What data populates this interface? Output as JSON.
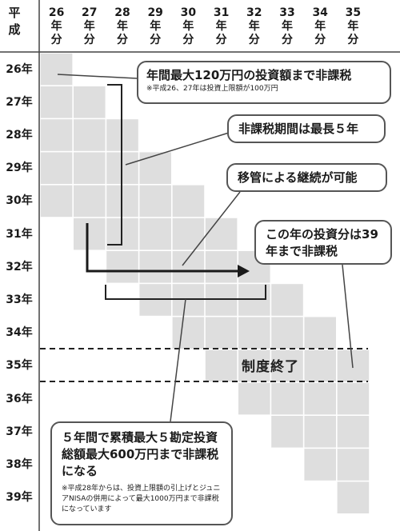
{
  "corner_label": "平成",
  "column_headers": [
    "26年分",
    "27年分",
    "28年分",
    "29年分",
    "30年分",
    "31年分",
    "32年分",
    "33年分",
    "34年分",
    "35年分"
  ],
  "row_headers": [
    "26年",
    "27年",
    "28年",
    "29年",
    "30年",
    "31年",
    "32年",
    "33年",
    "34年",
    "35年",
    "36年",
    "37年",
    "38年",
    "39年"
  ],
  "colors": {
    "cell": "#dedede",
    "line": "#444444",
    "arrow": "#1a1a1a",
    "callout_border": "#555555"
  },
  "callouts": {
    "limit": {
      "main": "年間最大120万円の投資額まで非課税",
      "note": "※平成26、27年は投資上限額が100万円"
    },
    "period": {
      "main": "非課税期間は最長５年"
    },
    "transfer": {
      "main": "移管による継続が可能"
    },
    "year_2019": {
      "main": "この年の投資分は39年まで非課税"
    },
    "total": {
      "main": "５年間で累積最大５勘定投資総額最大600万円まで非課税になる",
      "note": "※平成28年からは、投資上限額の引上げとジュニアNISAの併用によって最大1000万円まで非課税になっています"
    }
  },
  "program_end_label": "制度終了"
}
